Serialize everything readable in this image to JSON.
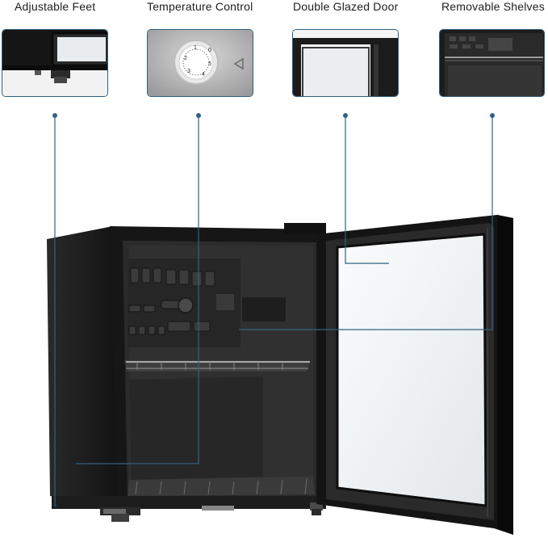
{
  "features": [
    {
      "key": "feet",
      "label": "Adjustable Feet"
    },
    {
      "key": "temp",
      "label": "Temperature Control"
    },
    {
      "key": "door",
      "label": "Double Glazed Door"
    },
    {
      "key": "shelves",
      "label": "Removable Shelves"
    }
  ],
  "dial": {
    "numbers": [
      "0",
      "1",
      "2",
      "3",
      "4",
      "5"
    ]
  },
  "colors": {
    "callout": "#2f6384",
    "fridge_body": "#1a1a1a",
    "interior": "#2b2b2b",
    "glass": "#f4f6f7"
  }
}
